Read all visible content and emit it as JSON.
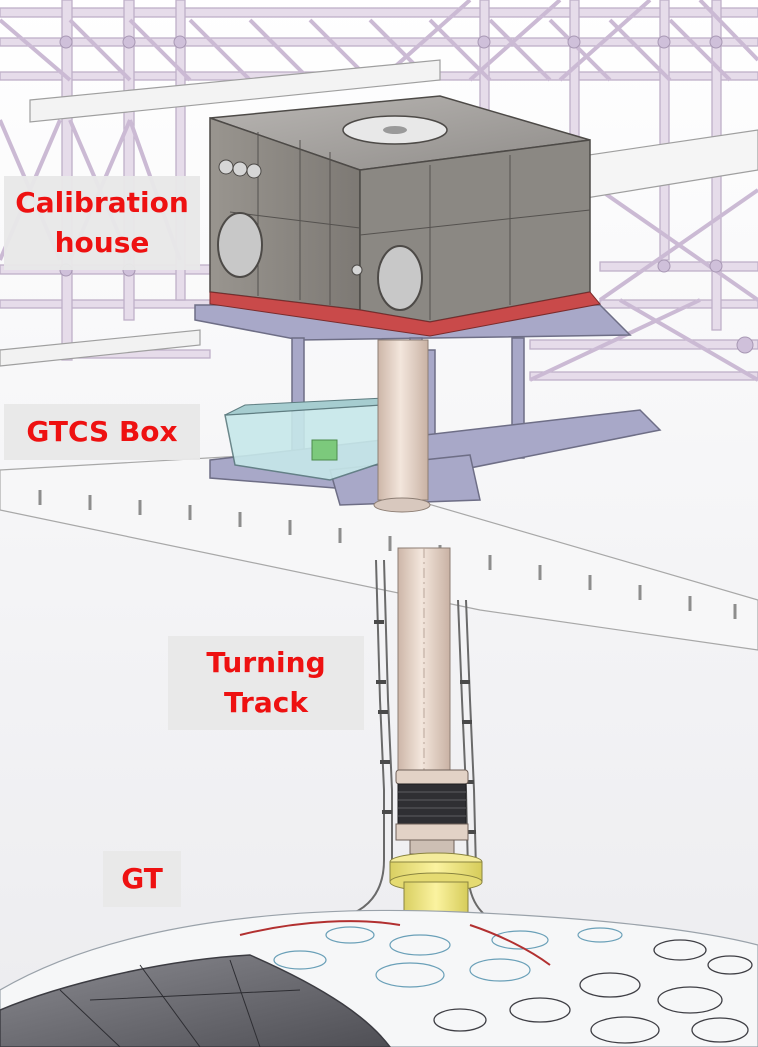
{
  "labels": {
    "calibration_house": [
      "Calibration",
      "house"
    ],
    "gtcs_box": "GTCS Box",
    "turning_track": [
      "Turning",
      "Track"
    ],
    "gt": "GT"
  },
  "colors": {
    "label_text": "#ee1111",
    "label_background": "#e8e8e8",
    "frame_struts": "#d9cce0",
    "house_body": "#8a8580",
    "house_base": "#c94a4a",
    "support_frame": "#a8a8c8",
    "gtcs_box": "#b8e0e0",
    "pipe": "#e8d8cc",
    "yellow_flange": "#f0e68c",
    "detector_sphere": "#6f6f74"
  }
}
